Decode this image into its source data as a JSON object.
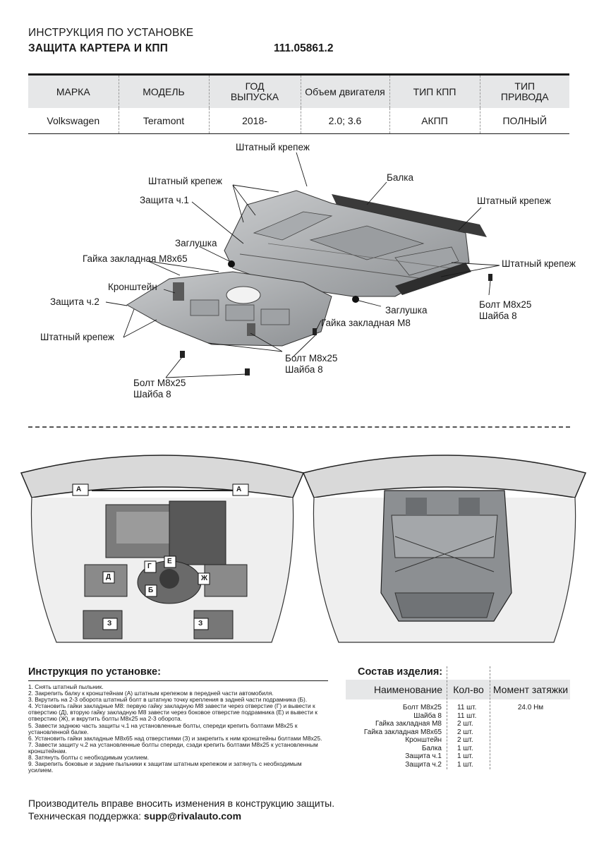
{
  "header": {
    "line1": "ИНСТРУКЦИЯ ПО УСТАНОВКЕ",
    "line2": "ЗАЩИТА КАРТЕРА И КПП",
    "part_number": "111.05861.2"
  },
  "spec_table": {
    "headers": [
      "МАРКА",
      "МОДЕЛЬ",
      "ГОД ВЫПУСКА",
      "Объем двигателя",
      "ТИП КПП",
      "ТИП ПРИВОДА"
    ],
    "row": [
      "Volkswagen",
      "Teramont",
      "2018-",
      "2.0; 3.6",
      "АКПП",
      "ПОЛНЫЙ"
    ]
  },
  "diagram": {
    "labels": {
      "shtatny_top": "Штатный крепеж",
      "balka": "Балка",
      "shtatny_left": "Штатный крепеж",
      "zashita1": "Защита ч.1",
      "shtatny_right1": "Штатный крепеж",
      "zaglushka1": "Заглушка",
      "gaika65": "Гайка закладная М8х65",
      "shtatny_right2": "Штатный крепеж",
      "kronshtein": "Кронштейн",
      "zashita2": "Защита ч.2",
      "bolt_right": "Болт М8х25",
      "shaiba_right": "Шайба 8",
      "zaglushka2": "Заглушка",
      "gaika_m8": "Гайка закладная М8",
      "shtatny_bottom": "Штатный крепеж",
      "bolt_mid": "Болт М8х25",
      "shaiba_mid": "Шайба 8",
      "bolt_low": "Болт М8х25",
      "shaiba_low": "Шайба 8"
    }
  },
  "photo_markers": [
    "А",
    "А",
    "Г",
    "Е",
    "Д",
    "Б",
    "Ж",
    "З",
    "З"
  ],
  "instructions": {
    "title": "Инструкция по установке:",
    "steps": [
      "1. Снять штатный пыльник.",
      "2. Закрепить балку к кронштейнам (А) штатным крепежом в передней части автомобиля.",
      "3. Вкрутить на 2-3 оборота штатный болт в штатную точку крепления в задней части подрамника (Б).",
      "4. Установить гайки закладные М8: первую гайку закладную М8 завести через отверстие (Г) и вывести к отверстию (Д), вторую гайку закладную М8 завести через боковое отверстие подрамника (Е) и вывести к отверстию (Ж), и вкрутить болты М8х25 на 2-3 оборота.",
      "5. Завести заднюю часть защиты ч.1 на установленные болты, спереди крепить болтами М8х25 к установленной балке.",
      "6. Установить гайки закладные М8х65 над отверстиями (З) и закрепить к ним кронштейны болтами М8х25.",
      "7. Завести защиту ч.2 на установленные болты спереди, сзади крепить болтами М8х25 к установленным кронштейнам.",
      "8. Затянуть болты с необходимым усилием.",
      "9. Закрепить боковые и задние пыльники к защитам штатным крепежом и затянуть с необходимым усилием."
    ]
  },
  "composition": {
    "title": "Состав изделия:",
    "headers": [
      "Наименование",
      "Кол-во",
      "Момент затяжки"
    ],
    "names": [
      "Болт М8х25",
      "Шайба 8",
      "Гайка закладная М8",
      "Гайка закладная М8х65",
      "Кронштейн",
      "Балка",
      "Защита ч.1",
      "Защита ч.2"
    ],
    "qty": [
      "11 шт.",
      "11 шт.",
      "2 шт.",
      "2 шт.",
      "2 шт.",
      "1 шт.",
      "1 шт.",
      "1 шт."
    ],
    "torque": [
      "24.0 Нм"
    ]
  },
  "footer": {
    "notice": "Производитель вправе вносить изменения в конструкцию защиты.",
    "support_label": "Техническая поддержка:",
    "support_email": "supp@rivalauto.com"
  }
}
